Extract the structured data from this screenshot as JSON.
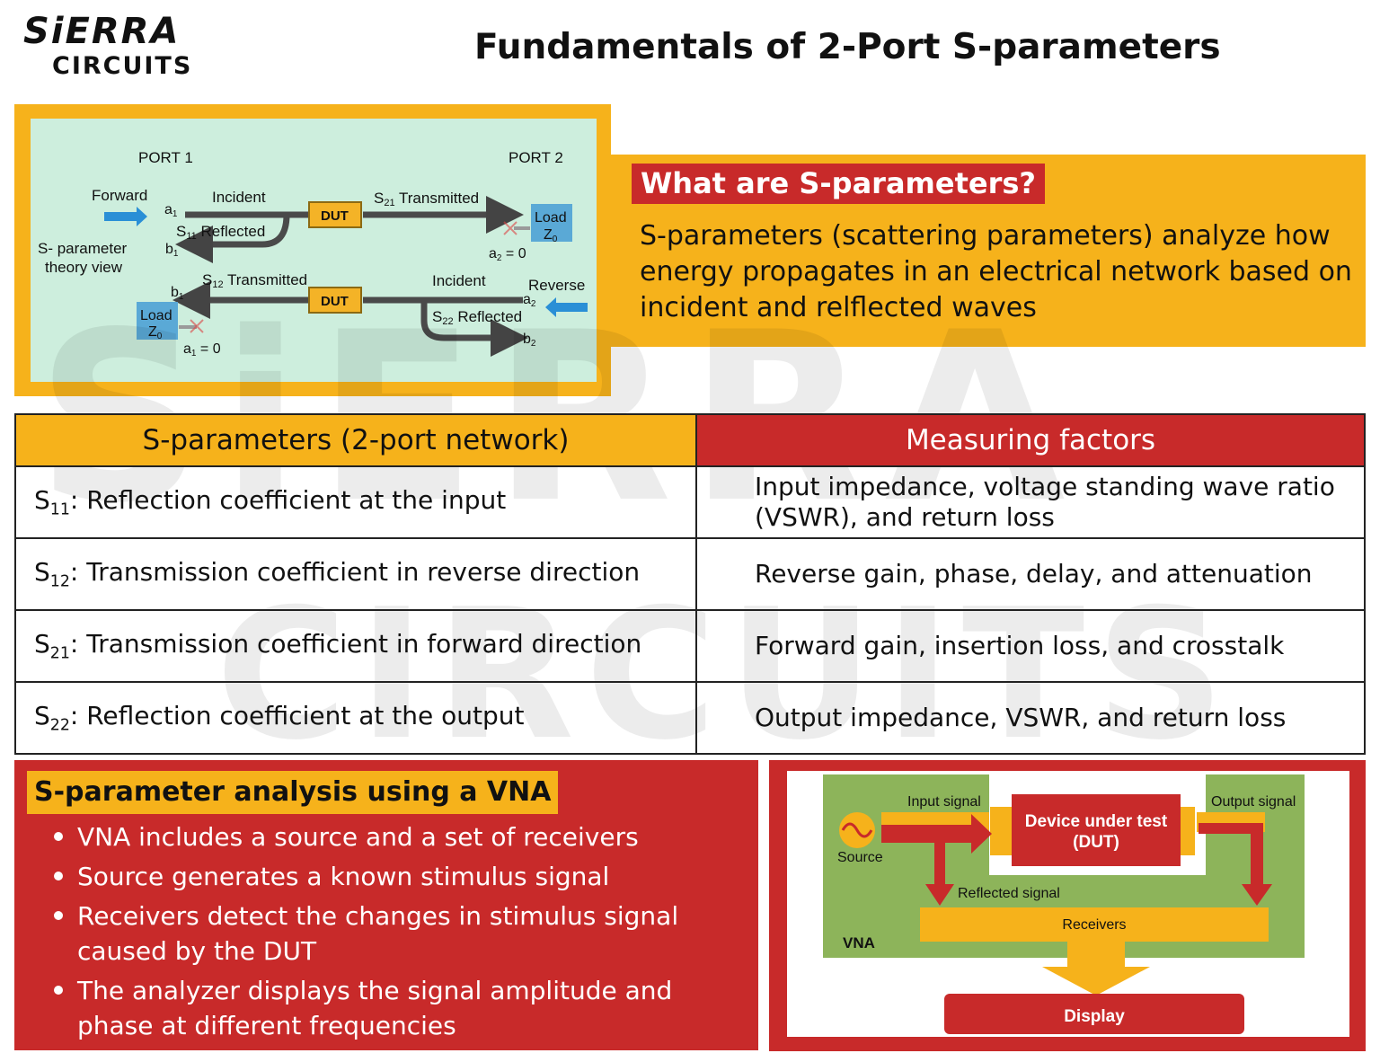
{
  "logo": {
    "line1": "SiERRA",
    "line2": "CIRCUITS"
  },
  "title": "Fundamentals of 2-Port S-parameters",
  "watermark": {
    "line1": "SiERRA",
    "line2": "CIRCUITS"
  },
  "diagram": {
    "port1": "PORT 1",
    "port2": "PORT 2",
    "forward": "Forward",
    "reverse": "Reverse",
    "theory_view": [
      "S- parameter",
      "theory view"
    ],
    "incident_top": "Incident",
    "incident_bottom": "Incident",
    "s21": "S",
    "s21_sub": "21",
    "s21_text": " Transmitted",
    "s11": "S",
    "s11_sub": "11",
    "s11_text": " Reflected",
    "s12": "S",
    "s12_sub": "12",
    "s12_text": " Transmitted",
    "s22": "S",
    "s22_sub": "22",
    "s22_text": " Reflected",
    "dut": "DUT",
    "load": "Load",
    "z0": "Z",
    "z0_sub": "0",
    "a1": "a",
    "a1_sub": "1",
    "b1": "b",
    "b1_sub": "1",
    "a2": "a",
    "a2_sub": "2",
    "b2": "b",
    "b2_sub": "2",
    "a2_zero": "a",
    "a2_zero_sub": "2",
    "a1_zero": "a",
    "a1_zero_sub": "1",
    "eq_zero": " = 0"
  },
  "what": {
    "title": "What are S-parameters?",
    "text": "S-parameters (scattering parameters) analyze how energy propagates in an electrical network based on incident and relflected waves"
  },
  "table": {
    "headers": [
      "S-parameters (2-port network)",
      "Measuring factors"
    ],
    "rows": [
      {
        "s": "S",
        "sub": "11",
        "desc": ": Reflection coefficient at the input",
        "factors": "Input impedance, voltage standing wave ratio (VSWR), and return loss"
      },
      {
        "s": "S",
        "sub": "12",
        "desc": ": Transmission coefficient in reverse direction",
        "factors": "Reverse gain, phase, delay, and attenuation"
      },
      {
        "s": "S",
        "sub": "21",
        "desc": ": Transmission coefficient in forward direction",
        "factors": "Forward gain, insertion loss, and crosstalk"
      },
      {
        "s": "S",
        "sub": "22",
        "desc": ": Reflection coefficient at the output",
        "factors": "Output impedance, VSWR, and return loss"
      }
    ]
  },
  "vna": {
    "title": "S-parameter analysis using a VNA",
    "bullets": [
      "VNA includes a source and a set of receivers",
      "Source generates a known stimulus signal",
      "Receivers detect the changes in stimulus signal caused by the DUT",
      "The analyzer displays the signal amplitude and phase at different frequencies"
    ]
  },
  "vna_diagram": {
    "input_signal": "Input signal",
    "output_signal": "Output signal",
    "dut_line1": "Device under test",
    "dut_line2": "(DUT)",
    "source": "Source",
    "reflected": "Reflected signal",
    "receivers": "Receivers",
    "vna": "VNA",
    "display": "Display"
  },
  "colors": {
    "accent_yellow": "#f6b21b",
    "accent_red": "#c82a2a",
    "diagram_bg": "#cdeedd",
    "vna_green": "#8db45a",
    "arrow_blue": "#2a8fd6",
    "arrow_dark": "#4a4a4a"
  }
}
